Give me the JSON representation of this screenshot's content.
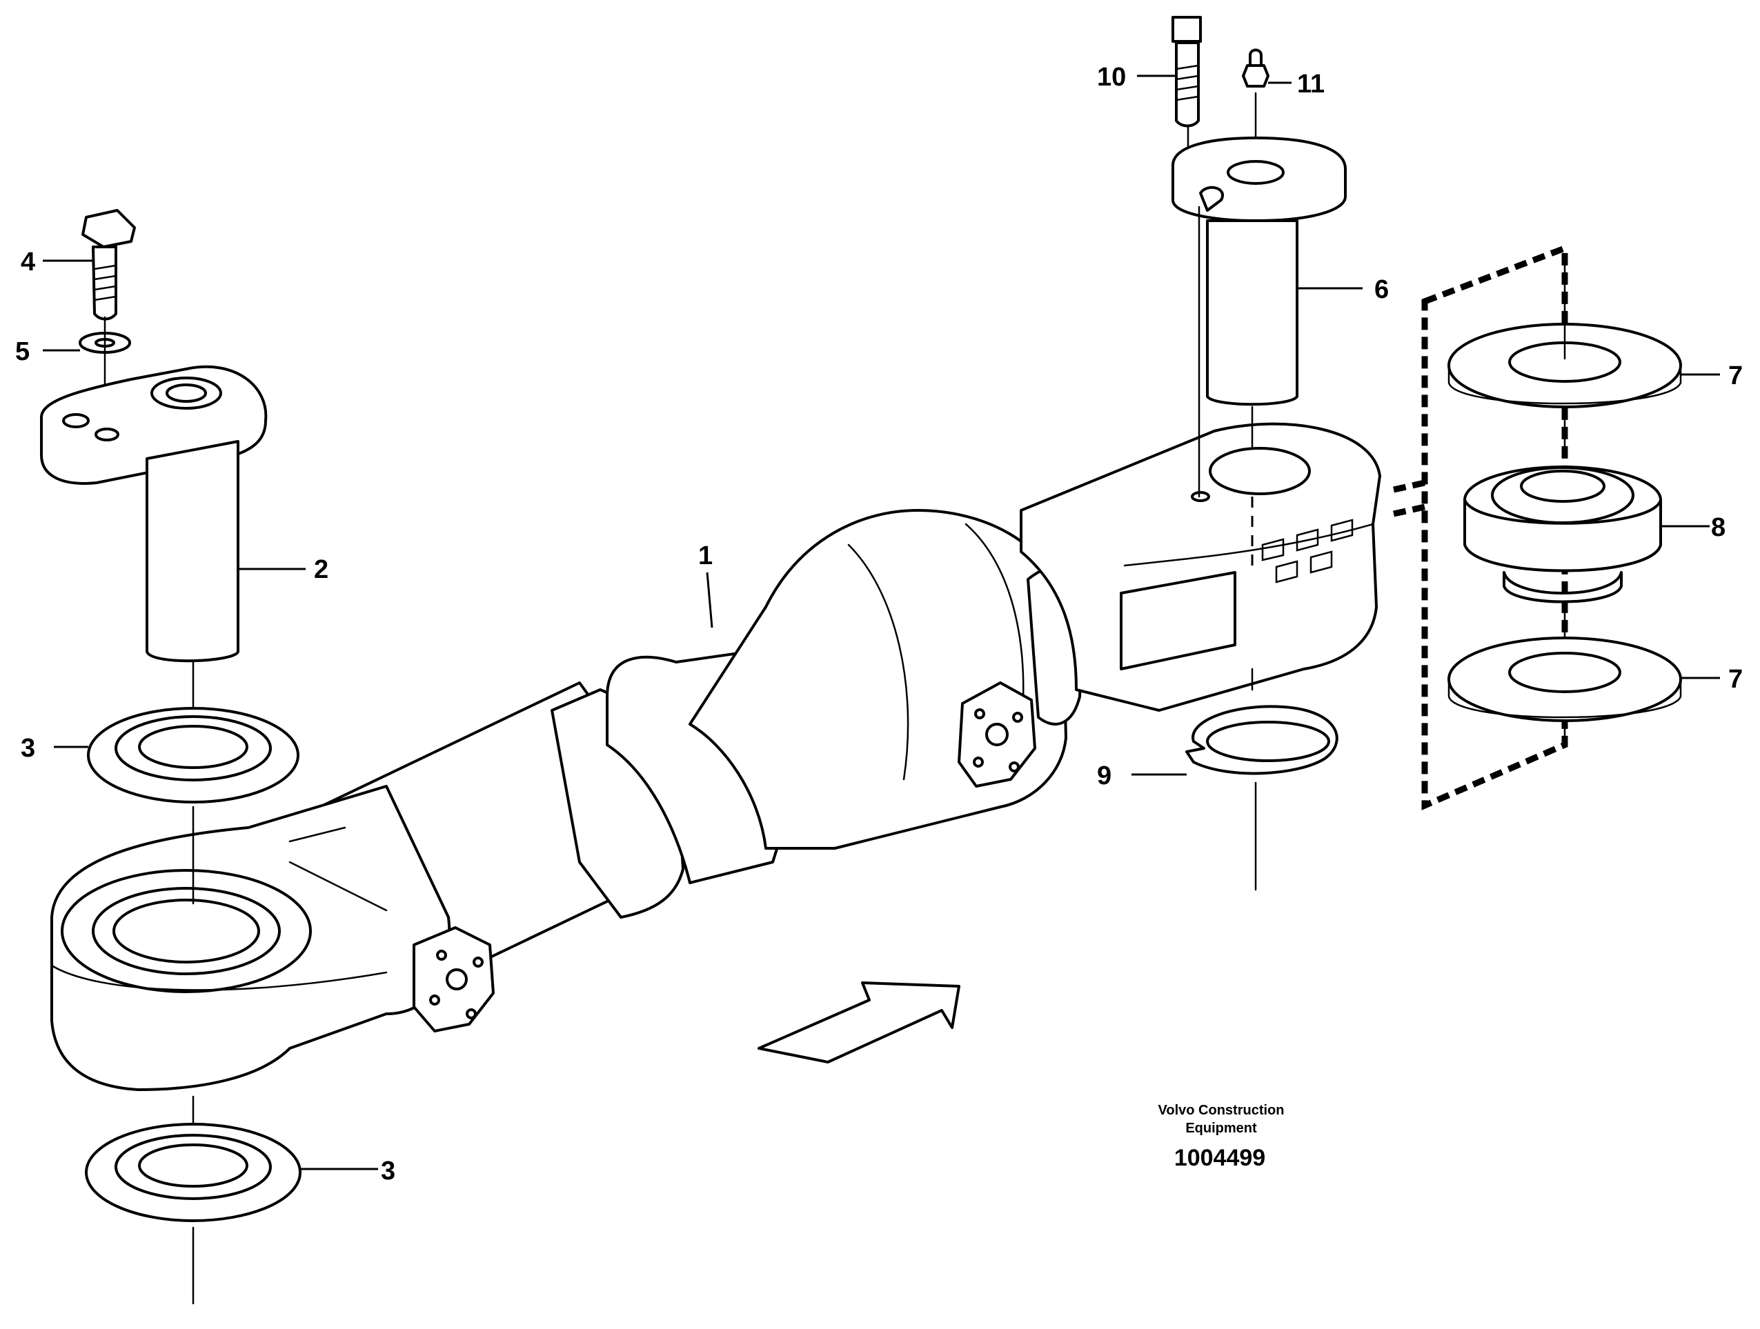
{
  "diagram": {
    "callouts": [
      {
        "id": "1",
        "label": "1"
      },
      {
        "id": "2",
        "label": "2"
      },
      {
        "id": "3a",
        "label": "3"
      },
      {
        "id": "3b",
        "label": "3"
      },
      {
        "id": "4",
        "label": "4"
      },
      {
        "id": "5",
        "label": "5"
      },
      {
        "id": "6",
        "label": "6"
      },
      {
        "id": "7a",
        "label": "7"
      },
      {
        "id": "7b",
        "label": "7"
      },
      {
        "id": "8",
        "label": "8"
      },
      {
        "id": "9",
        "label": "9"
      },
      {
        "id": "10",
        "label": "10"
      },
      {
        "id": "11",
        "label": "11"
      }
    ],
    "footer": {
      "company_line1": "Volvo Construction",
      "company_line2": "Equipment",
      "drawing_number": "1004499"
    }
  }
}
